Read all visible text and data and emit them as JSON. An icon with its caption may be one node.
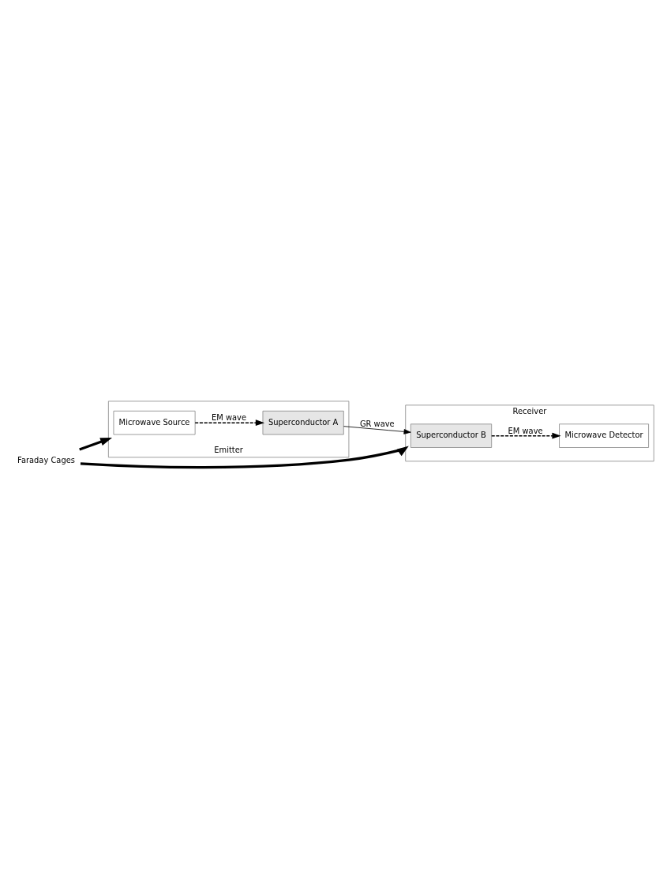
{
  "diagram": {
    "nodes": [
      {
        "text": [
          "Emitter"
        ]
      },
      {
        "text": [
          "Microwave Source"
        ],
        "in": 0
      },
      {
        "text": [
          "Superconductor A"
        ],
        "in": 0
      },
      {
        "text": [
          "Receiver"
        ]
      },
      {
        "text": [
          "Superconductor B"
        ],
        "in": 3
      },
      {
        "text": [
          "Microwave Detector"
        ],
        "in": 3
      },
      {
        "text": [
          "Faraday Cages"
        ]
      }
    ],
    "edges": [
      {
        "from": 1,
        "to": 2,
        "arrow": "to",
        "label": "EM wave",
        "style": "dashed"
      },
      {
        "from": 2,
        "to": 4,
        "arrow": "to",
        "label": "GR wave"
      },
      {
        "from": 4,
        "to": 5,
        "arrow": "to",
        "label": "EM wave",
        "style": "dashed"
      },
      {
        "from": 6,
        "to": 0,
        "arrow": "to",
        "style": "thick"
      },
      {
        "from": 6,
        "to": 3,
        "arrow": "to",
        "style": "thick"
      }
    ]
  }
}
